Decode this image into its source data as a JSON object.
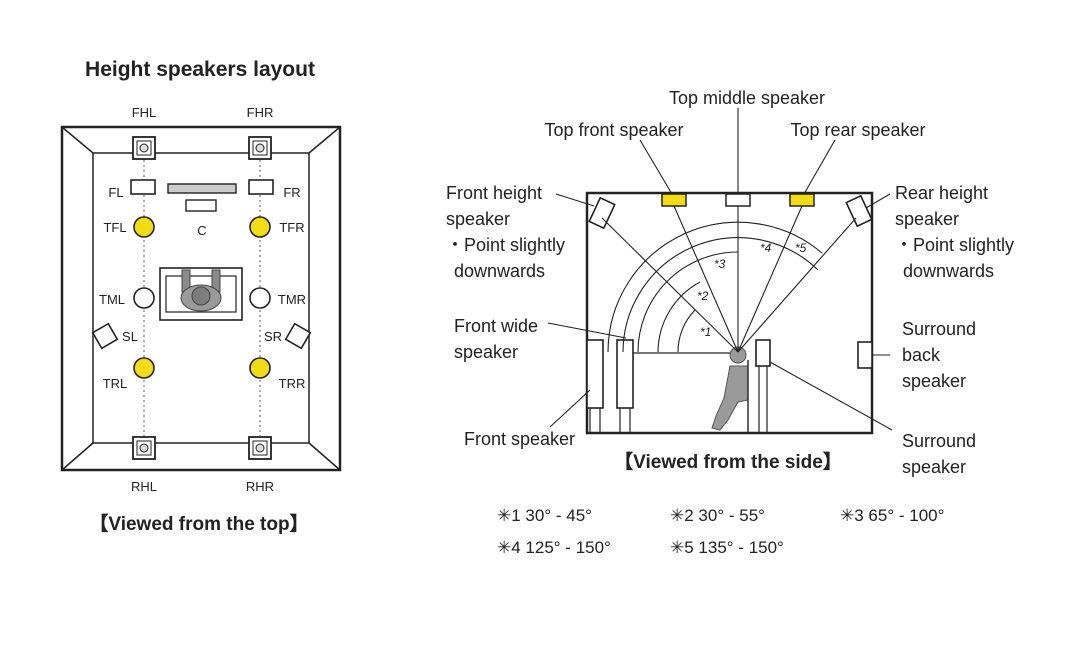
{
  "top_view": {
    "title": "Height speakers layout",
    "caption": "【Viewed from the top】",
    "labels": {
      "fhl": "FHL",
      "fhr": "FHR",
      "fl": "FL",
      "fr": "FR",
      "c": "C",
      "tfl": "TFL",
      "tfr": "TFR",
      "tml": "TML",
      "tmr": "TMR",
      "sl": "SL",
      "sr": "SR",
      "trl": "TRL",
      "trr": "TRR",
      "rhl": "RHL",
      "rhr": "RHR"
    }
  },
  "side_view": {
    "caption": "【Viewed from the side】",
    "labels": {
      "top_middle": "Top middle speaker",
      "top_front": "Top front speaker",
      "top_rear": "Top rear speaker",
      "front_height_1": "Front height",
      "front_height_2": "speaker",
      "front_height_3": "・Point slightly",
      "front_height_4": "downwards",
      "rear_height_1": "Rear height",
      "rear_height_2": "speaker",
      "rear_height_3": "・Point slightly",
      "rear_height_4": "downwards",
      "front_wide_1": "Front wide",
      "front_wide_2": "speaker",
      "surround_back_1": "Surround",
      "surround_back_2": "back",
      "surround_back_3": "speaker",
      "front_speaker": "Front speaker",
      "surround_1": "Surround",
      "surround_2": "speaker"
    },
    "angle_marks": [
      "*1",
      "*2",
      "*3",
      "*4",
      "*5"
    ]
  },
  "notes": [
    "✳1 30° - 45°",
    "✳2 30° - 55°",
    "✳3 65° - 100°",
    "✳4 125° - 150°",
    "✳5 135° - 150°"
  ],
  "colors": {
    "highlight": "#f2dc14",
    "line": "#222222",
    "speaker_fill": "#ffffff",
    "listener": "#9a9a9a"
  }
}
